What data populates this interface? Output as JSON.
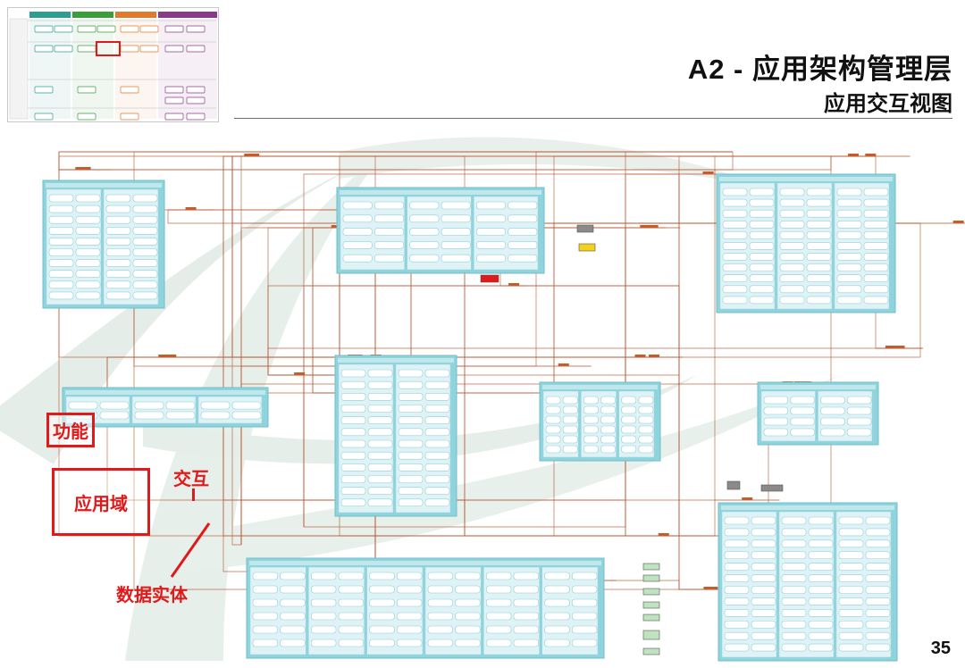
{
  "title": "A2 - 应用架构管理层",
  "subtitle": "应用交互视图",
  "page_number": "35",
  "legend": {
    "function": "功能",
    "domain": "应用域",
    "interaction": "交互",
    "entity": "数据实体"
  },
  "colors": {
    "accent_red": "#e0191b",
    "domain_teal": "#8fd3dc",
    "inner_panel": "#dff3f6",
    "line_brown": "#b5542a",
    "swoosh": "#dfe9e4",
    "thumb_columns": [
      "#2f9e8f",
      "#3a9e3a",
      "#e07a2e",
      "#8a3a8a"
    ]
  }
}
